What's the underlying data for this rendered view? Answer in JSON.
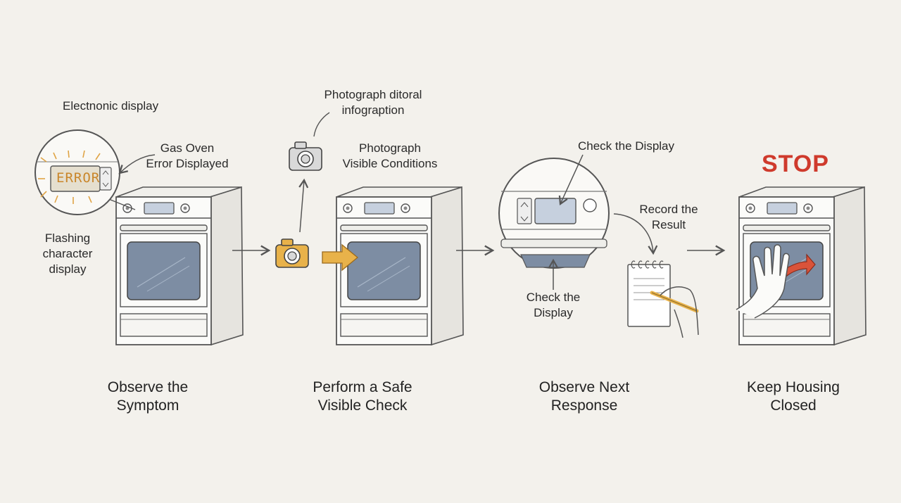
{
  "colors": {
    "background": "#f3f1ec",
    "stop_red": "#cf3a2c",
    "accent_orange": "#e8b24a",
    "window_blue": "#7d8da3",
    "ink": "#555555"
  },
  "icons": [
    "camera-icon",
    "arrow-right-icon",
    "notepad-icon",
    "pencil-icon",
    "hand-icon",
    "magnifier-callout-icon"
  ],
  "steps": [
    {
      "title_line1": "Observe the",
      "title_line2": "Symptom",
      "callouts": {
        "electronic_display": "Electnonic display",
        "error_line1": "Gas Oven",
        "error_line2": "Error Displayed",
        "flashing_line1": "Flashing",
        "flashing_line2": "character",
        "flashing_line3": "display",
        "display_text": "ERROR"
      }
    },
    {
      "title_line1": "Perform a Safe",
      "title_line2": "Visible Check",
      "callouts": {
        "photo_editorial_line1": "Photograph ditoral",
        "photo_editorial_line2": "infograption",
        "photo_conditions_line1": "Photograph",
        "photo_conditions_line2": "Visible Conditions"
      }
    },
    {
      "title_line1": "Observe Next",
      "title_line2": "Response",
      "callouts": {
        "check_top": "Check the Display",
        "check_bottom_line1": "Check the",
        "check_bottom_line2": "Display",
        "record_line1": "Record the",
        "record_line2": "Result"
      }
    },
    {
      "title_line1": "Keep Housing",
      "title_line2": "Closed",
      "callouts": {
        "stop": "STOP"
      }
    }
  ]
}
